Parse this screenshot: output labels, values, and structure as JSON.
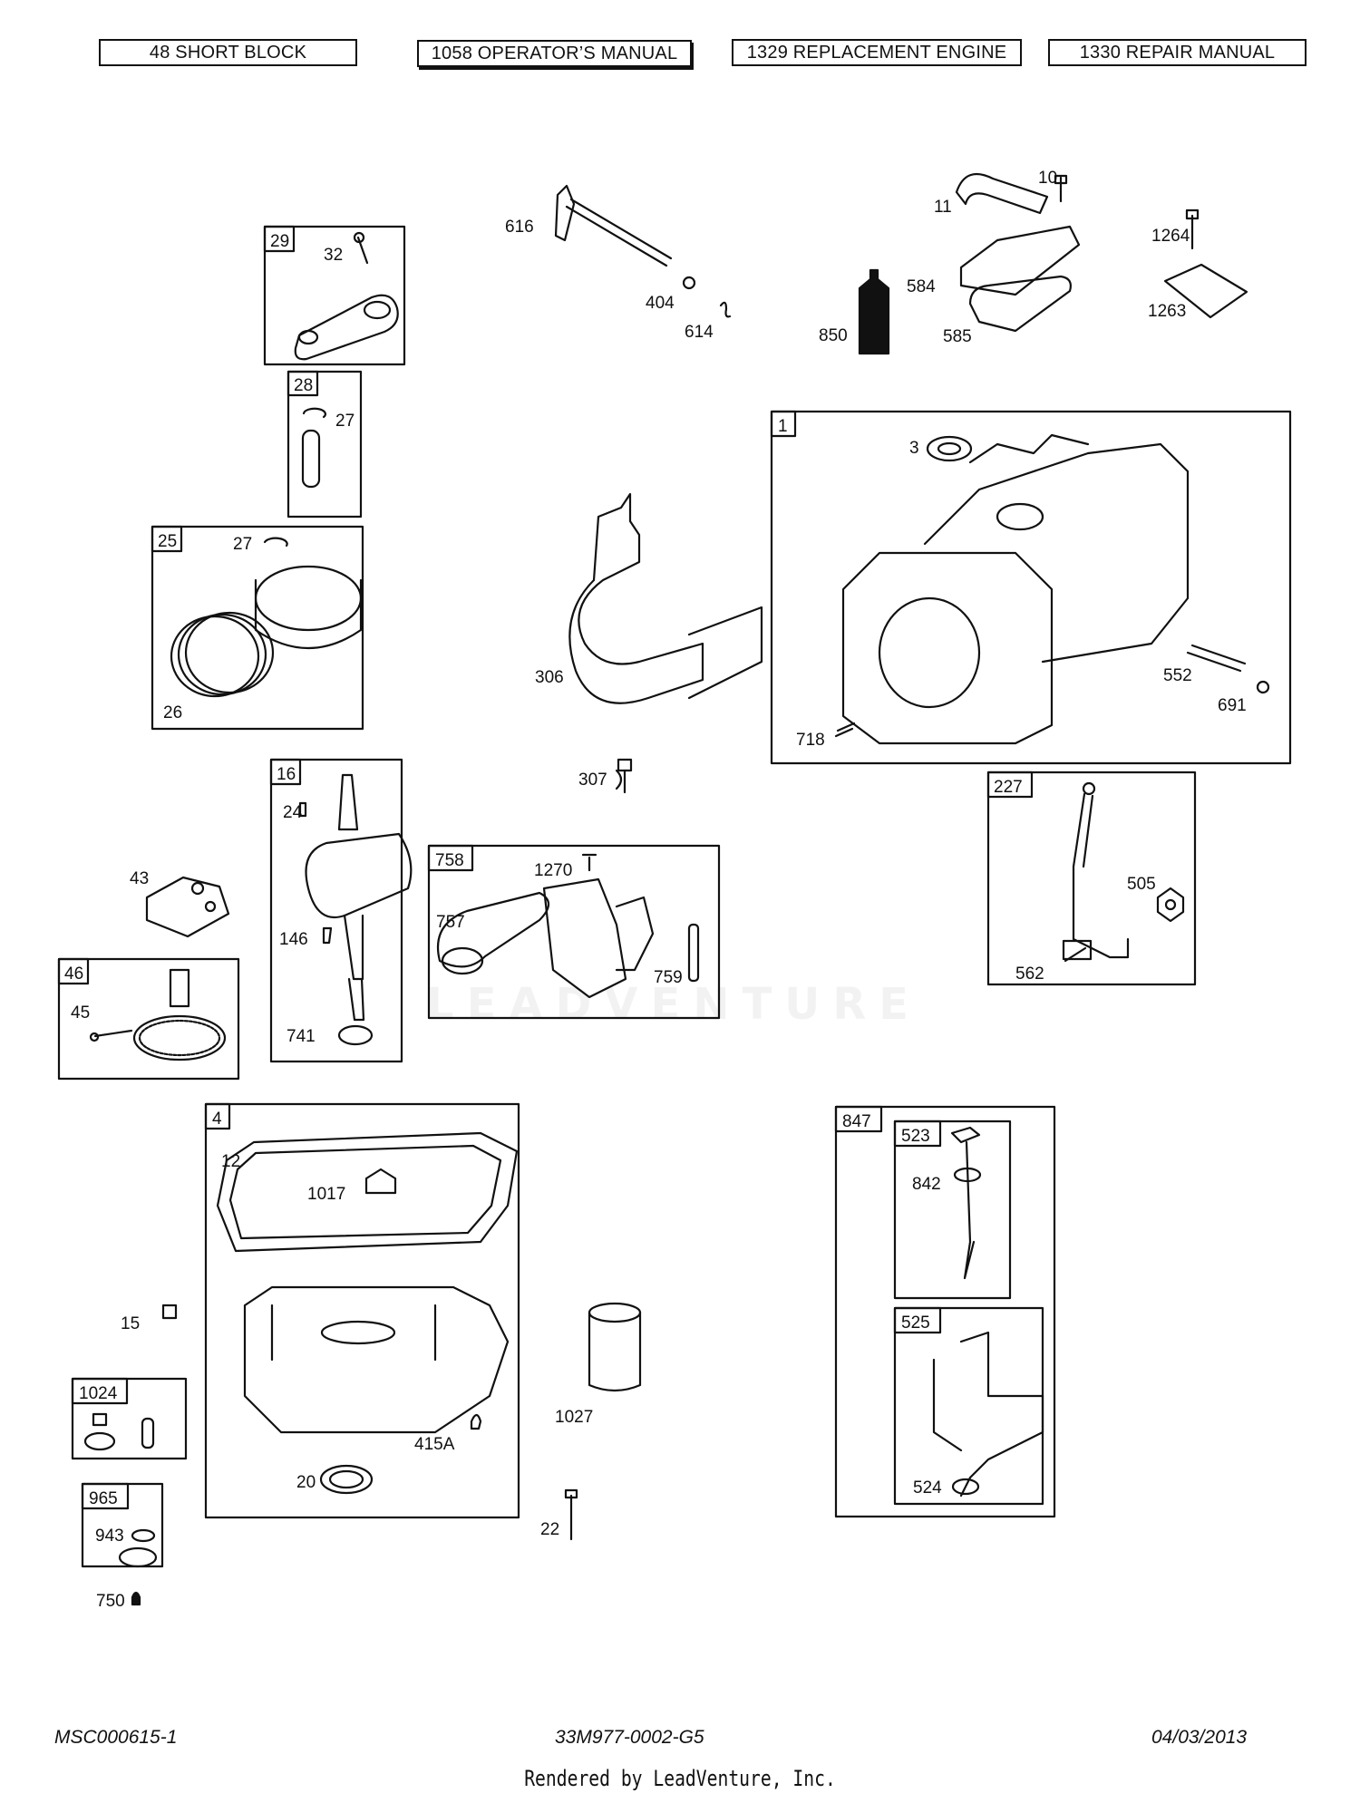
{
  "header": {
    "buttons": [
      {
        "label": "48 SHORT BLOCK"
      },
      {
        "label": "1058 OPERATOR’S MANUAL"
      },
      {
        "label": "1329 REPLACEMENT ENGINE"
      },
      {
        "label": "1330 REPAIR MANUAL"
      }
    ]
  },
  "groups": [
    {
      "label": "29"
    },
    {
      "label": "28"
    },
    {
      "label": "25"
    },
    {
      "label": "16"
    },
    {
      "label": "46"
    },
    {
      "label": "758"
    },
    {
      "label": "1"
    },
    {
      "label": "227"
    },
    {
      "label": "4"
    },
    {
      "label": "1024"
    },
    {
      "label": "965"
    },
    {
      "label": "847"
    },
    {
      "label": "523"
    },
    {
      "label": "525"
    }
  ],
  "callouts": [
    "32",
    "27",
    "27",
    "26",
    "24",
    "146",
    "741",
    "43",
    "45",
    "616",
    "404",
    "614",
    "850",
    "11",
    "10",
    "584",
    "585",
    "1264",
    "1263",
    "3",
    "306",
    "307",
    "552",
    "691",
    "718",
    "1270",
    "757",
    "759",
    "505",
    "562",
    "12",
    "1017",
    "15",
    "415A",
    "20",
    "1027",
    "22",
    "943",
    "750",
    "842",
    "524"
  ],
  "watermark": "LEADVENTURE",
  "footer": {
    "left": "MSC000615-1",
    "center": "33M977-0002-G5",
    "right": "04/03/2013",
    "rendered_by": "Rendered by LeadVenture, Inc."
  }
}
